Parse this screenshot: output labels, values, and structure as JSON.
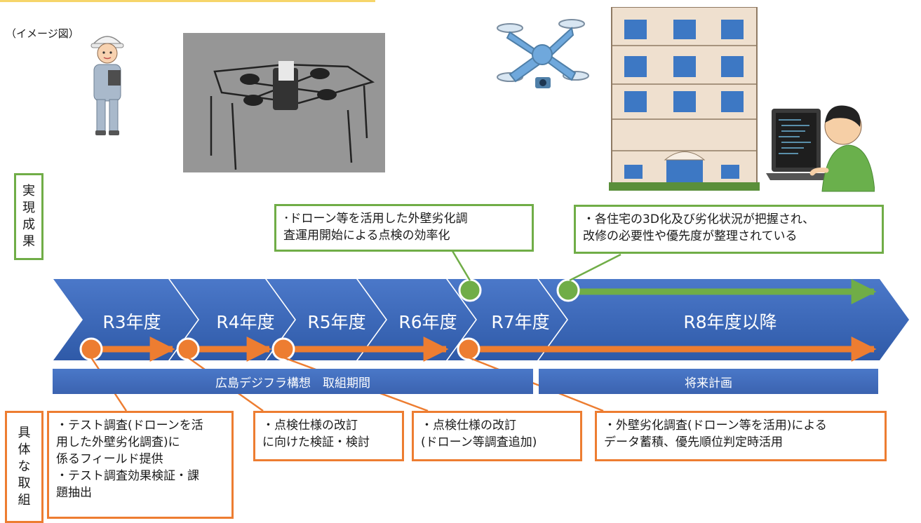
{
  "caption": "（イメージ図）",
  "labels": {
    "result": [
      "実",
      "現",
      "成",
      "果"
    ],
    "actions": [
      "具",
      "体",
      "な",
      "取",
      "組"
    ]
  },
  "timeline": [
    {
      "label": "R3年度"
    },
    {
      "label": "R4年度"
    },
    {
      "label": "R5年度"
    },
    {
      "label": "R6年度"
    },
    {
      "label": "R7年度"
    },
    {
      "label": "R8年度以降"
    }
  ],
  "bars": {
    "current": "広島デジフラ構想　取組期間",
    "future": "将来計画"
  },
  "results": [
    "･ドローン等を活用した外壁劣化調\n査運用開始による点検の効率化",
    "・各住宅の3D化及び劣化状況が把握され、\n改修の必要性や優先度が整理されている"
  ],
  "actions": [
    "・テスト調査(ドローンを活\n用した外壁劣化調査)に\n係るフィールド提供\n・テスト調査効果検証・課\n題抽出",
    "・点検仕様の改訂\nに向けた検証・検討",
    "・点検仕様の改訂\n(ドローン等調査追加)",
    "・外壁劣化調査(ドローン等を活用)による\nデータ蓄積、優先順位判定時活用"
  ],
  "colors": {
    "chevron": "#3b64b4",
    "orange": "#ed7d31",
    "green": "#70ad47",
    "bar": "#4472c4"
  },
  "illustrations": [
    "inspector-illustration",
    "drone-photo",
    "drone-illustration",
    "apartment-building-illustration",
    "engineer-laptop-illustration"
  ]
}
